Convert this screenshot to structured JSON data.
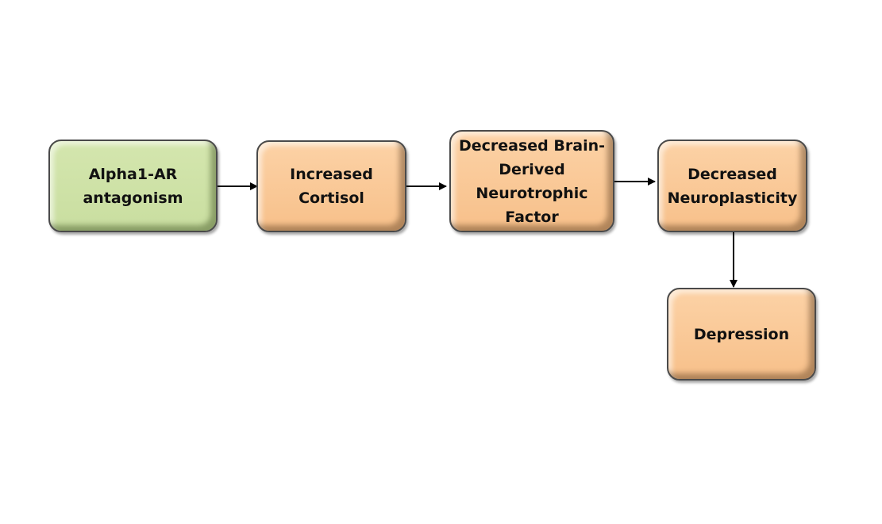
{
  "diagram": {
    "title": "",
    "colors": {
      "start_fill": "#cfe2a6",
      "process_fill": "#f9c895",
      "stroke": "#4a4a4a",
      "arrow": "#000000"
    },
    "nodes": [
      {
        "id": "alpha1",
        "label": "Alpha1-AR\nantagonism",
        "style": "green"
      },
      {
        "id": "cortisol",
        "label": "Increased\nCortisol",
        "style": "orange"
      },
      {
        "id": "bdnf",
        "label": "Decreased Brain-\nDerived\nNeurotrophic\nFactor",
        "style": "orange"
      },
      {
        "id": "neuroplasticity",
        "label": "Decreased\nNeuroplasticity",
        "style": "orange"
      },
      {
        "id": "depression",
        "label": "Depression",
        "style": "orange"
      }
    ],
    "edges": [
      {
        "from": "alpha1",
        "to": "cortisol"
      },
      {
        "from": "cortisol",
        "to": "bdnf"
      },
      {
        "from": "bdnf",
        "to": "neuroplasticity"
      },
      {
        "from": "neuroplasticity",
        "to": "depression"
      }
    ]
  }
}
